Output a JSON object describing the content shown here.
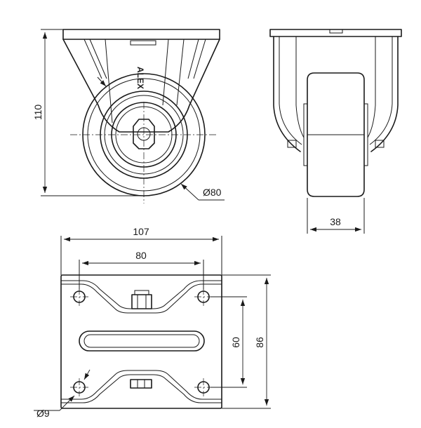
{
  "brand_text": "ALEX",
  "dimensions": {
    "height": "110",
    "wheel_diameter": "Ø80",
    "wheel_width": "38",
    "plate_length": "107",
    "hole_spacing_length": "80",
    "hole_spacing_width": "60",
    "plate_width": "86",
    "hole_diameter": "Ø9"
  }
}
